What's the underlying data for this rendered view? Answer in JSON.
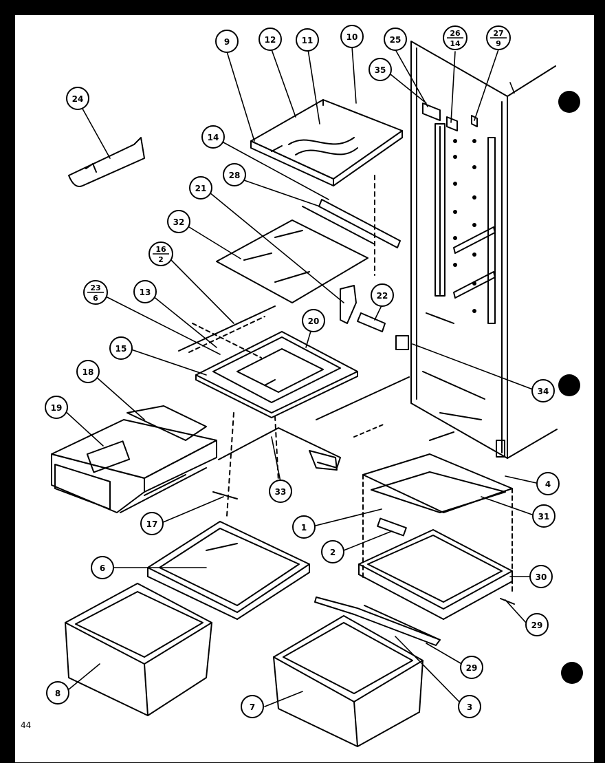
{
  "page_number": "44",
  "callouts": {
    "c9": "9",
    "c12": "12",
    "c11": "11",
    "c10": "10",
    "c25": "25",
    "c26": [
      "26",
      "14"
    ],
    "c27": [
      "27",
      "9"
    ],
    "c35": "35",
    "c24": "24",
    "c14": "14",
    "c28": "28",
    "c21": "21",
    "c32": "32",
    "c16": [
      "16",
      "2"
    ],
    "c23": [
      "23",
      "6"
    ],
    "c13": "13",
    "c22": "22",
    "c20": "20",
    "c15": "15",
    "c18": "18",
    "c19": "19",
    "c34": "34",
    "c33": "33",
    "c17": "17",
    "c4": "4",
    "c31": "31",
    "c1": "1",
    "c2": "2",
    "c30": "30",
    "c6": "6",
    "c29a": "29",
    "c29b": "29",
    "c8": "8",
    "c7": "7",
    "c3": "3"
  },
  "colors": {
    "paper": "#ffffff",
    "ink": "#000000",
    "background": "#000000"
  }
}
